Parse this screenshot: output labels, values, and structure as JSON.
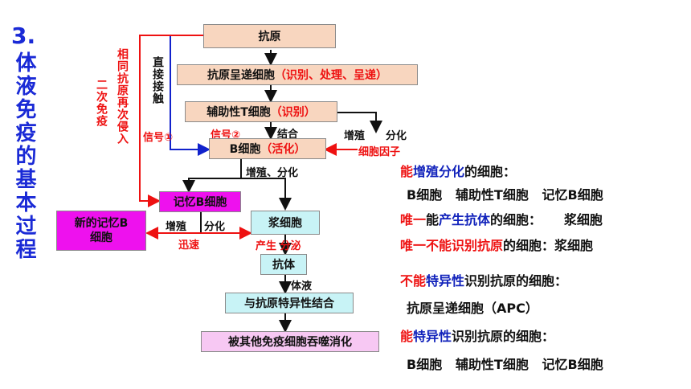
{
  "heading": {
    "number": "3.",
    "title": "体液免疫的基本过程"
  },
  "side_labels": {
    "reinvade": "相同抗原再次侵入",
    "secondary": "二次免疫",
    "direct_contact": "直接接触",
    "signal1": "信号①",
    "signal2": "信号②"
  },
  "flow": {
    "antigen": "抗原",
    "apc": "抗原呈递细胞",
    "apc_note": "（识别、处理、呈递）",
    "th": "辅助性T细胞",
    "th_note": "（识别）",
    "bcell": "B细胞",
    "bcell_note": "（活化）",
    "bind": "结合",
    "proliferate1": "增殖",
    "differentiate1": "分化",
    "cytokine": "细胞因子",
    "prolif_diff": "增殖、分化",
    "memory_b": "记忆B细胞",
    "new_memory_b_line1": "新的记忆B",
    "new_memory_b_line2": "细胞",
    "proliferate2": "增殖",
    "differentiate2": "分化",
    "rapid": "迅速",
    "plasma": "浆细胞",
    "produce_secrete": "产生 分泌",
    "antibody": "抗体",
    "body_fluid": "体液",
    "bind_specific": "与抗原特异性结合",
    "phagocytosis": "被其他免疫细胞吞噬消化"
  },
  "summary": [
    {
      "parts": [
        {
          "text": "能",
          "color": "#ee1111"
        },
        {
          "text": "增殖分化",
          "color": "#1122bb"
        },
        {
          "text": "的细胞：",
          "color": "#111111"
        }
      ]
    },
    {
      "parts": [
        {
          "text": "B细胞   辅助性T细胞   记忆B细胞",
          "color": "#111111"
        }
      ]
    },
    {
      "parts": [
        {
          "text": "唯一",
          "color": "#ee1111"
        },
        {
          "text": "能",
          "color": "#111111"
        },
        {
          "text": "产生抗体",
          "color": "#1122bb"
        },
        {
          "text": "的细胞：     浆细胞",
          "color": "#111111"
        }
      ]
    },
    {
      "parts": [
        {
          "text": "唯一不能识别抗原",
          "color": "#ee1111"
        },
        {
          "text": "的细胞：浆细胞",
          "color": "#111111"
        }
      ]
    },
    {
      "parts": [
        {
          "text": "不能",
          "color": "#ee1111"
        },
        {
          "text": "特异性",
          "color": "#1122bb"
        },
        {
          "text": "识别抗原的细胞：",
          "color": "#111111"
        }
      ]
    },
    {
      "parts": [
        {
          "text": "抗原呈递细胞（APC）",
          "color": "#111111"
        }
      ]
    },
    {
      "parts": [
        {
          "text": "能",
          "color": "#ee1111"
        },
        {
          "text": "特异性",
          "color": "#1122bb"
        },
        {
          "text": "识别抗原的细胞：",
          "color": "#111111"
        }
      ]
    },
    {
      "parts": [
        {
          "text": "B细胞   辅助性T细胞   记忆B细胞",
          "color": "#111111"
        }
      ]
    }
  ]
}
